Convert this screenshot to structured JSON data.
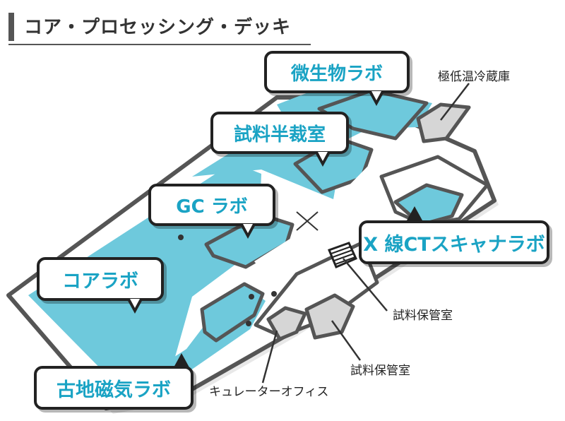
{
  "title": "コア・プロセッシング・デッキ",
  "labs": {
    "microbe": "微生物ラボ",
    "sample_prep": "試料半裁室",
    "gc": "GC ラボ",
    "xray_ct": "X 線CTスキャナラボ",
    "core": "コアラボ",
    "paleomag": "古地磁気ラボ"
  },
  "rooms": {
    "freezer": "極低温冷蔵庫",
    "storage_a": "試料保管室",
    "storage_b": "試料保管室",
    "curator": "キュレーターオフィス"
  },
  "colors": {
    "lab_fill": "#6ec9dc",
    "storage_fill": "#d6d6d6",
    "wall": "#555555",
    "label_text": "#1aa3c4"
  }
}
